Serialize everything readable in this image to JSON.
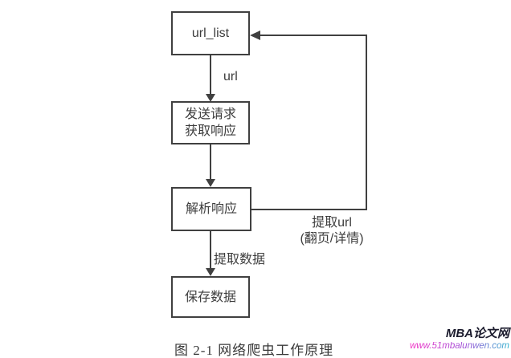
{
  "figure": {
    "caption": "图 2-1 网络爬虫工作原理"
  },
  "flowchart": {
    "nodes": [
      {
        "id": "url_list",
        "label": "url_list"
      },
      {
        "id": "send_request",
        "label_line1": "发送请求",
        "label_line2": "获取响应"
      },
      {
        "id": "parse_response",
        "label": "解析响应"
      },
      {
        "id": "save_data",
        "label": "保存数据"
      }
    ],
    "edge_labels": {
      "url": "url",
      "extract_data": "提取数据",
      "extract_url_line1": "提取url",
      "extract_url_line2": "(翻页/详情)"
    },
    "colors": {
      "line": "#404040",
      "node_border": "#404040",
      "text": "#3d3d3d"
    }
  },
  "watermark": {
    "site_name": "MBA论文网",
    "site_url": "www.51mbalunwen.com",
    "site_name_color": "#1c1c2e",
    "site_url_gradient": [
      "#f32fc4",
      "#a04fd8",
      "#2fb3cf"
    ]
  }
}
